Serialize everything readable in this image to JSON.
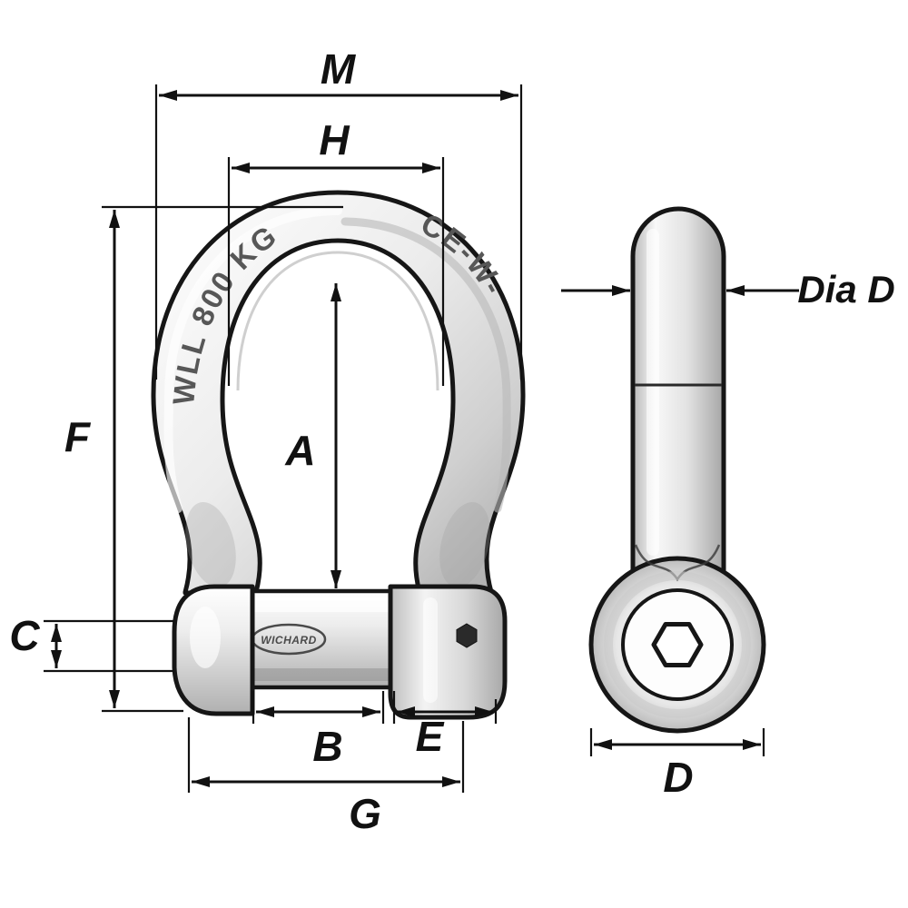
{
  "diagram": {
    "dimension_labels": {
      "m": "M",
      "h": "H",
      "a": "A",
      "f": "F",
      "c": "C",
      "b": "B",
      "e": "E",
      "g": "G",
      "d": "D",
      "dia_d": "Dia D"
    },
    "markings": {
      "wll": "WLL 800 KG",
      "ce": "CE-W-",
      "brand": "WICHARD"
    },
    "colors": {
      "background": "#ffffff",
      "line": "#111111",
      "metal_light": "#f8f8f8",
      "metal_mid": "#dedede",
      "metal_dark": "#a8a8a8",
      "engraving": "#575757"
    }
  }
}
